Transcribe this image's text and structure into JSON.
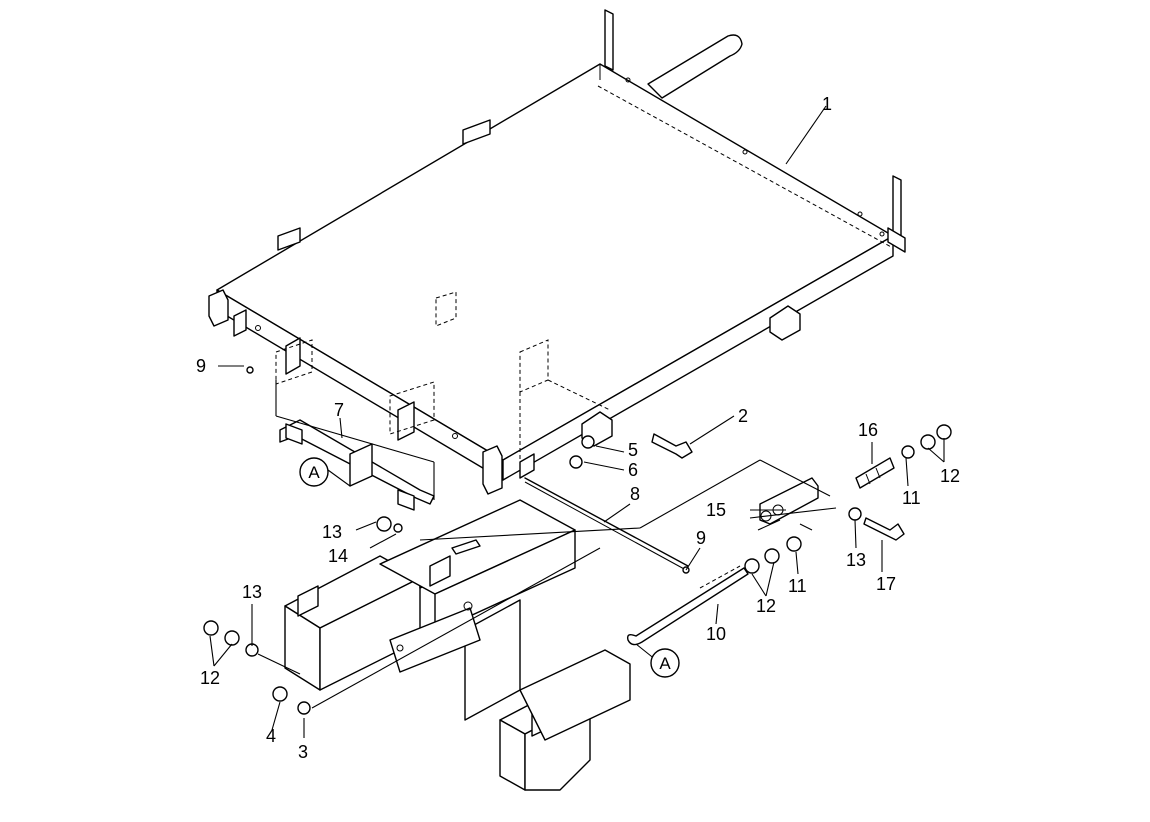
{
  "diagram": {
    "callouts": [
      "1",
      "2",
      "3",
      "4",
      "5",
      "6",
      "7",
      "8",
      "9",
      "9",
      "10",
      "11",
      "11",
      "11",
      "12",
      "12",
      "12",
      "13",
      "13",
      "13",
      "13",
      "14",
      "15",
      "16",
      "17"
    ],
    "reference_markers": [
      "A",
      "A"
    ]
  }
}
